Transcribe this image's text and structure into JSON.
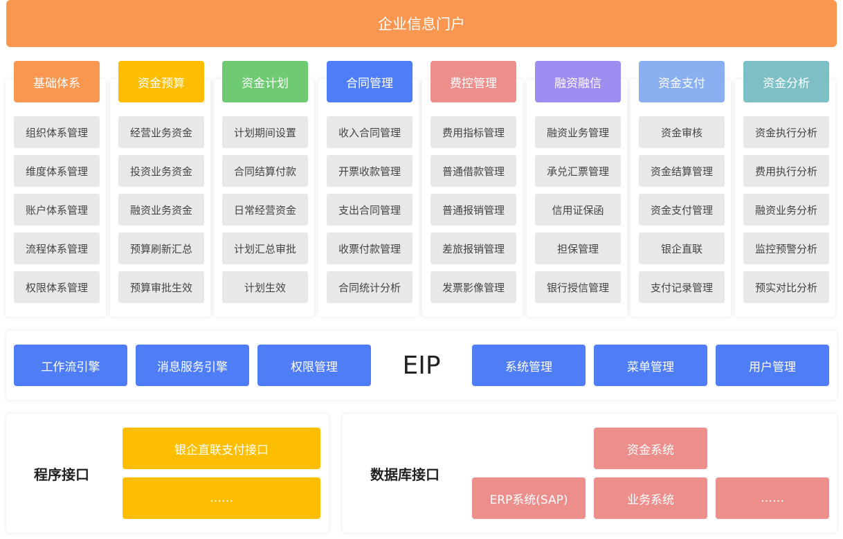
{
  "header": {
    "title": "企业信息门户"
  },
  "modules": [
    {
      "title": "基础体系",
      "color": "#f9964f",
      "items": [
        "组织体系管理",
        "维度体系管理",
        "账户体系管理",
        "流程体系管理",
        "权限体系管理"
      ]
    },
    {
      "title": "资金预算",
      "color": "#fdbe02",
      "items": [
        "经营业务资金",
        "投资业务资金",
        "融资业务资金",
        "预算刷新汇总",
        "预算审批生效"
      ]
    },
    {
      "title": "资金计划",
      "color": "#6ecb72",
      "items": [
        "计划期间设置",
        "合同结算付款",
        "日常经营资金",
        "计划汇总审批",
        "计划生效"
      ]
    },
    {
      "title": "合同管理",
      "color": "#4e7df5",
      "items": [
        "收入合同管理",
        "开票收款管理",
        "支出合同管理",
        "收票付款管理",
        "合同统计分析"
      ]
    },
    {
      "title": "费控管理",
      "color": "#ec8f8c",
      "items": [
        "费用指标管理",
        "普通借款管理",
        "普通报销管理",
        "差旅报销管理",
        "发票影像管理"
      ]
    },
    {
      "title": "融资融信",
      "color": "#9f8cf1",
      "items": [
        "融资业务管理",
        "承兑汇票管理",
        "信用证保函",
        "担保管理",
        "银行授信管理"
      ]
    },
    {
      "title": "资金支付",
      "color": "#8aaff0",
      "items": [
        "资金审核",
        "资金结算管理",
        "资金支付管理",
        "银企直联",
        "支付记录管理"
      ]
    },
    {
      "title": "资金分析",
      "color": "#7cbfc4",
      "items": [
        "资金执行分析",
        "费用执行分析",
        "融资业务分析",
        "监控预警分析",
        "预实对比分析"
      ]
    }
  ],
  "eip": {
    "label": "EIP",
    "left_buttons": [
      "工作流引擎",
      "消息服务引擎",
      "权限管理"
    ],
    "right_buttons": [
      "系统管理",
      "菜单管理",
      "用户管理"
    ]
  },
  "program_interface": {
    "title": "程序接口",
    "items": [
      "银企直联支付接口",
      "……"
    ]
  },
  "database_interface": {
    "title": "数据库接口",
    "top": "资金系统",
    "bottom": [
      "ERP系统(SAP)",
      "业务系统",
      "……"
    ]
  }
}
